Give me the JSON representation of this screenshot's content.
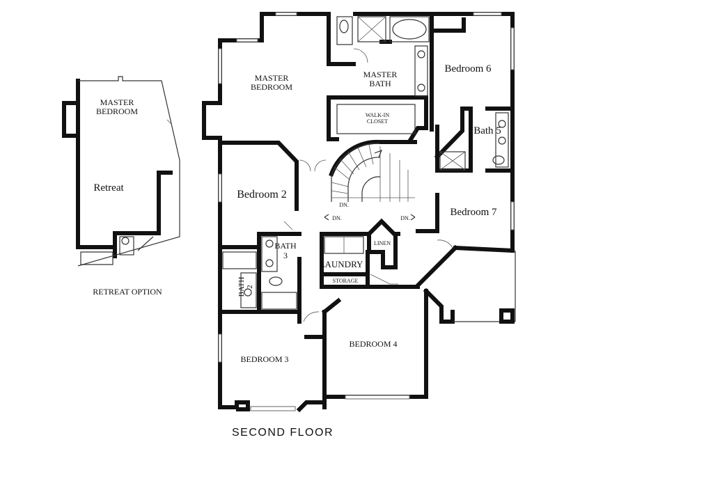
{
  "plan": {
    "title": "SECOND FLOOR",
    "rooms": {
      "master_bedroom_l1": "MASTER",
      "master_bedroom_l2": "BEDROOM",
      "master_bath_l1": "MASTER",
      "master_bath_l2": "BATH",
      "walk_in_closet_l1": "WALK-IN",
      "walk_in_closet_l2": "CLOSET",
      "bedroom_6": "Bedroom 6",
      "bath_5": "Bath 5",
      "bedroom_7": "Bedroom 7",
      "bedroom_2": "Bedroom 2",
      "bath_3_l1": "BATH",
      "bath_3_l2": "3",
      "bath_2_l1": "BATH",
      "bath_2_l2": "2",
      "laundry": "LAUNDRY",
      "linen": "LINEN",
      "storage": "STORAGE",
      "bedroom_3": "BEDROOM 3",
      "bedroom_4": "BEDROOM 4"
    },
    "stair_labels": {
      "dn_stair": "DN.",
      "dn_left": "DN.",
      "dn_right": "DN."
    }
  },
  "retreat_option": {
    "caption": "RETREAT OPTION",
    "master_bedroom_l1": "MASTER",
    "master_bedroom_l2": "BEDROOM",
    "retreat": "Retreat"
  }
}
